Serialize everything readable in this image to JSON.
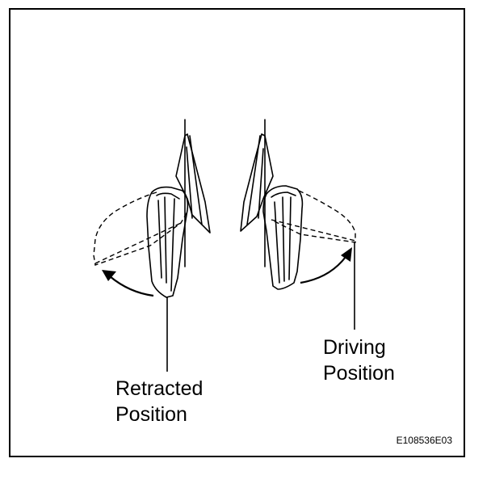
{
  "labels": {
    "retracted_line1": "Retracted",
    "retracted_line2": "Position",
    "driving_line1": "Driving",
    "driving_line2": "Position"
  },
  "reference_code": "E108536E03",
  "colors": {
    "ink": "#000000",
    "paper": "#ffffff"
  }
}
